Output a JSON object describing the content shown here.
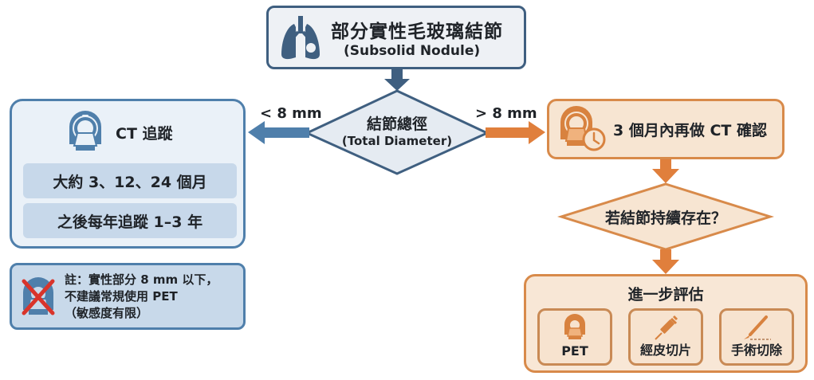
{
  "top": {
    "title": "部分實性毛玻璃結節",
    "subtitle": "(Subsolid Nodule)",
    "icon": "lungs-icon"
  },
  "decision_main": {
    "title": "結節總徑",
    "subtitle": "(Total Diameter)"
  },
  "branches": {
    "left_label": "< 8 mm",
    "right_label": "> 8 mm"
  },
  "left": {
    "title": "CT 追蹤",
    "icon": "ct-scanner-icon",
    "rows": [
      "大約 3、12、24 個月",
      "之後每年追蹤 1–3 年"
    ]
  },
  "note": {
    "lines": [
      "註：實性部分 8 mm 以下，",
      "不建議常規使用 PET",
      "（敏感度有限）"
    ],
    "icon": "no-pet-scanner-icon"
  },
  "right": {
    "title": "3 個月內再做 CT 確認",
    "icon": "ct-scanner-clock-icon"
  },
  "decision_persist": {
    "title": "若結節持續存在？"
  },
  "evaluation": {
    "title": "進一步評估",
    "options": [
      {
        "label": "PET",
        "icon": "pet-scanner-icon"
      },
      {
        "label": "經皮切片",
        "icon": "syringe-icon"
      },
      {
        "label": "手術切除",
        "icon": "scalpel-icon"
      }
    ]
  },
  "colors": {
    "blue_dark": "#3f5f80",
    "blue_accent": "#4f7fab",
    "blue_fill": "#eaf1f8",
    "orange_accent": "#d88a4a",
    "orange_fill": "#f7e5d2",
    "red_cross": "#d9342b"
  }
}
